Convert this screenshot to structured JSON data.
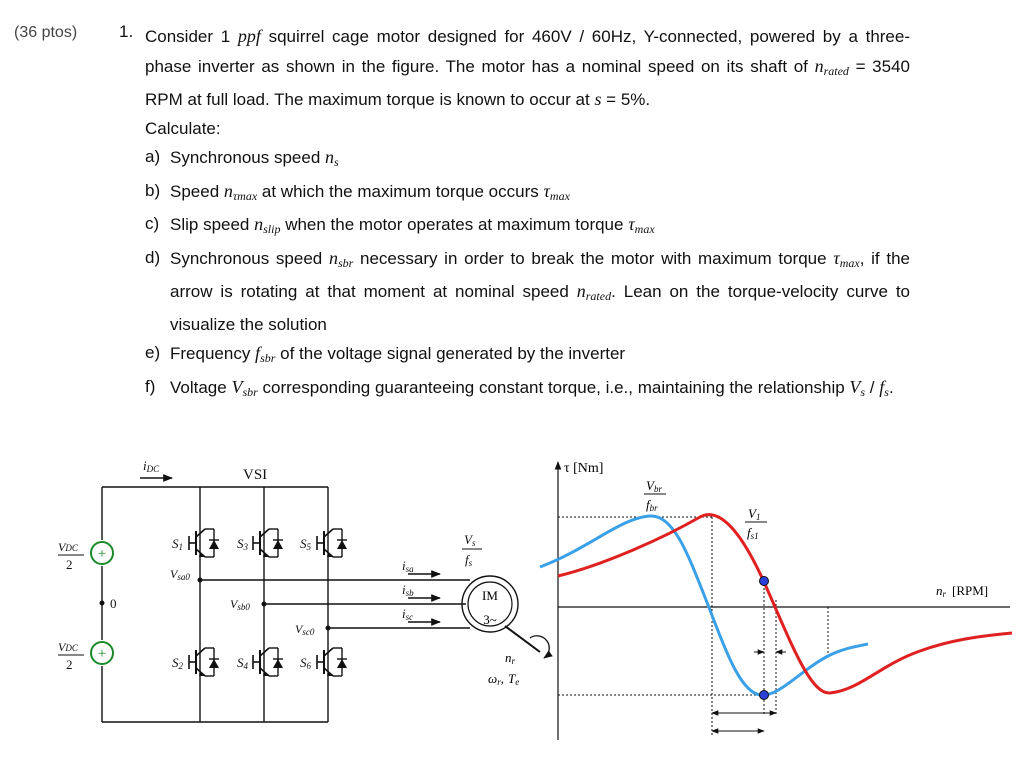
{
  "points": "(36 ptos)",
  "problem": {
    "number": "1.",
    "intro": {
      "t1": "Consider 1 ",
      "ppf": "ppf",
      "t2": " squirrel cage motor designed for 460V / 60Hz, Y-connected, powered by a three-phase inverter as shown in the figure. The motor has a nominal speed on its shaft of ",
      "n": "n",
      "n_sub": "rated",
      "t3": " = 3540 RPM at full load. The maximum torque is known to occur at ",
      "s": "s",
      "t4": " = 5%."
    },
    "calculate": "Calculate:",
    "items": {
      "a": {
        "label": "a)",
        "t1": "Synchronous speed ",
        "v1": "n",
        "v1_sub": "s"
      },
      "b": {
        "label": "b)",
        "t1": "Speed ",
        "v1": "n",
        "v1_sub": "τmax",
        "t2": " at which the maximum torque occurs ",
        "v2": "τ",
        "v2_sub": "max"
      },
      "c": {
        "label": "c)",
        "t1": "Slip speed ",
        "v1": "n",
        "v1_sub": "slip",
        "t2": " when the motor operates at maximum torque ",
        "v2": "τ",
        "v2_sub": "max"
      },
      "d": {
        "label": "d)",
        "t1": "Synchronous speed ",
        "v1": "n",
        "v1_sub": "sbr",
        "t2": " necessary in order to break the motor with maximum torque ",
        "v2": "τ",
        "v2_sub": "max",
        "t3": ", if the arrow is rotating at that moment at nominal speed ",
        "v3": "n",
        "v3_sub": "rated",
        "t4": ". Lean on the torque-velocity curve to visualize the solution"
      },
      "e": {
        "label": "e)",
        "t1": "Frequency ",
        "v1": "f",
        "v1_sub": "sbr",
        "t2": " of the voltage signal generated by the inverter"
      },
      "f": {
        "label": "f)",
        "t1": "Voltage ",
        "v1": "V",
        "v1_sub": "sbr",
        "t2": " corresponding guaranteeing constant torque, i.e., maintaining the relationship ",
        "v2": "V",
        "v2_sub": "s",
        "t3": " / ",
        "v3": "f",
        "v3_sub": "s",
        "t4": "."
      }
    }
  },
  "figure": {
    "idc": "i",
    "idc_sub": "DC",
    "vsi": "VSI",
    "vdc_top_num": "V",
    "vdc_top_num_sub": "DC",
    "vdc_top_den": "2",
    "vdc_bot_num": "V",
    "vdc_bot_num_sub": "DC",
    "vdc_bot_den": "2",
    "plus_sign": "+",
    "zero": "0",
    "s1": "S",
    "s1_sub": "1",
    "s2": "S",
    "s2_sub": "2",
    "s3": "S",
    "s3_sub": "3",
    "s4": "S",
    "s4_sub": "4",
    "s5": "S",
    "s5_sub": "5",
    "s6": "S",
    "s6_sub": "6",
    "vsa0": "V",
    "vsa0_sub": "sa0",
    "vsb0": "V",
    "vsb0_sub": "sb0",
    "vsc0": "V",
    "vsc0_sub": "sc0",
    "isa": "i",
    "isa_sub": "sa",
    "isb": "i",
    "isb_sub": "sb",
    "isc": "i",
    "isc_sub": "sc",
    "vs_fs_num": "V",
    "vs_fs_num_sub": "s",
    "vs_fs_den": "f",
    "vs_fs_den_sub": "s",
    "im": "IM",
    "three_phase": "3~",
    "nr": "n",
    "nr_sub": "r",
    "omega": "ω",
    "omega_sub": "r",
    "comma": ",",
    "te": "T",
    "te_sub": "e"
  },
  "plot": {
    "y_label": "τ [Nm]",
    "x_label_n": "n",
    "x_label_sub": "r",
    "x_label_unit": "[RPM]",
    "vbr_num": "V",
    "vbr_num_sub": "br",
    "vbr_den": "f",
    "vbr_den_sub": "br",
    "v1_num": "V",
    "v1_num_sub": "1",
    "v1_den": "f",
    "v1_den_sub": "s1",
    "colors": {
      "blue_curve": "#3aa0e8",
      "red_curve": "#e02020",
      "point": "#2a3fd6"
    }
  }
}
